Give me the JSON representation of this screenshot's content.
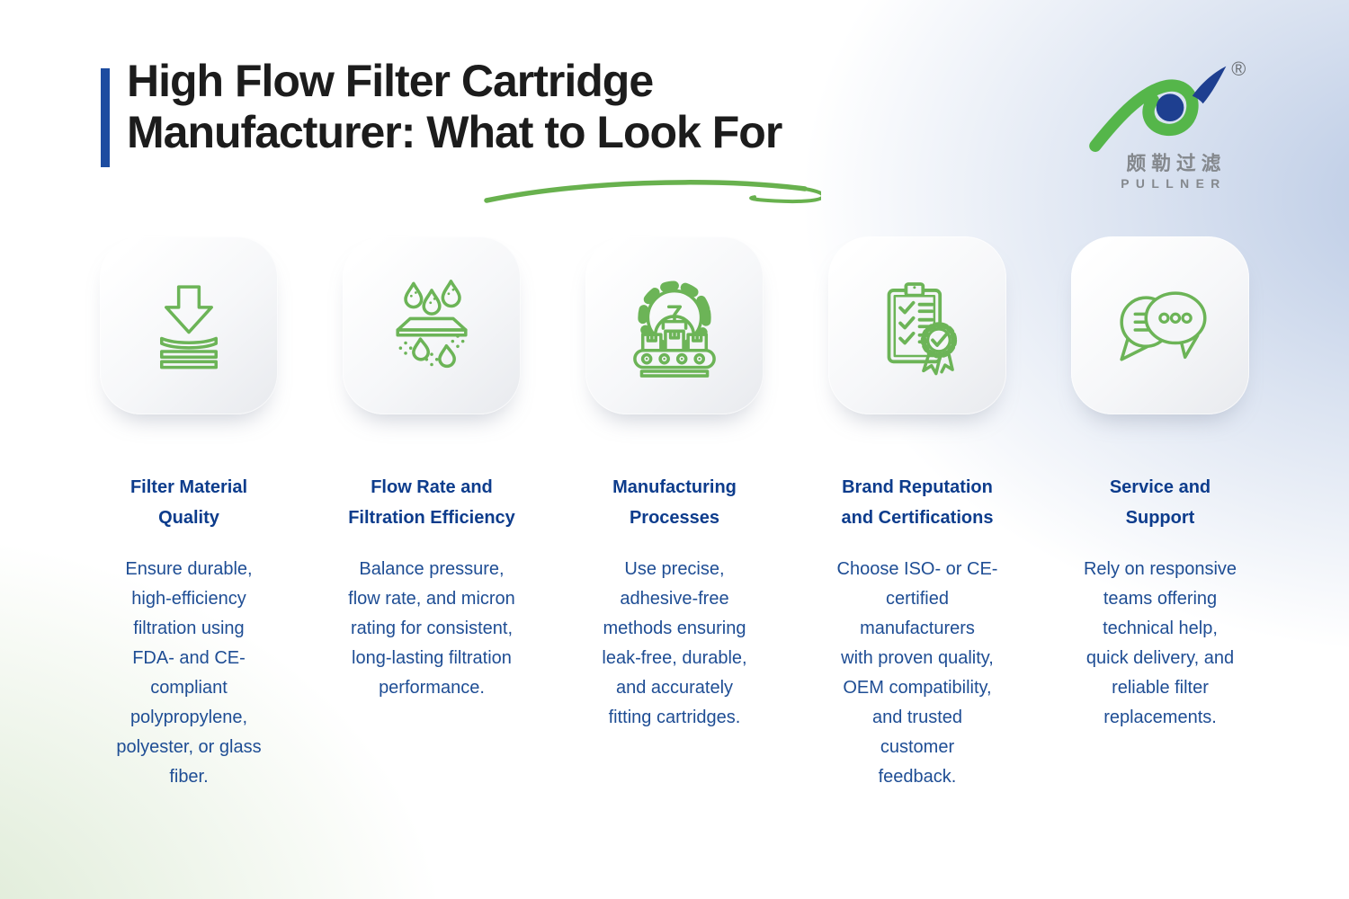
{
  "header": {
    "title": "High Flow Filter Cartridge\nManufacturer: What to Look For",
    "accent_bar_color": "#1d4ca0",
    "underline_color": "#68b14e"
  },
  "logo": {
    "brand_cn": "颇勒过滤",
    "brand_en": "PULLNER",
    "registered_mark": "®",
    "mark_green": "#55b64a",
    "mark_blue": "#1e3f90"
  },
  "colors": {
    "card_title_blue": "#0d3c8c",
    "card_text_blue": "#1e4d94",
    "icon_green": "#6cb457",
    "background_blue": "#b9c9e4",
    "background_green": "#d9e8d0"
  },
  "cards": [
    {
      "icon": "filter-layers-icon",
      "title": "Filter Material\nQuality",
      "description": "Ensure durable,\nhigh-efficiency\nfiltration using\nFDA- and CE-\ncompliant\npolypropylene,\npolyester, or glass\nfiber."
    },
    {
      "icon": "filtration-drops-icon",
      "title": "Flow Rate and\nFiltration Efficiency",
      "description": "Balance pressure,\nflow rate, and micron\nrating for consistent,\nlong-lasting filtration\nperformance."
    },
    {
      "icon": "gear-conveyor-icon",
      "title": "Manufacturing\nProcesses",
      "description": "Use precise,\nadhesive-free\nmethods ensuring\nleak-free, durable,\nand accurately\nfitting cartridges."
    },
    {
      "icon": "clipboard-certificate-icon",
      "title": "Brand Reputation\nand Certifications",
      "description": "Choose ISO- or CE-\ncertified\nmanufacturers\nwith proven quality,\nOEM compatibility,\nand trusted\ncustomer\nfeedback."
    },
    {
      "icon": "chat-bubbles-icon",
      "title": "Service and\nSupport",
      "description": "Rely on responsive\nteams offering\ntechnical help,\nquick delivery, and\nreliable filter\nreplacements."
    }
  ]
}
